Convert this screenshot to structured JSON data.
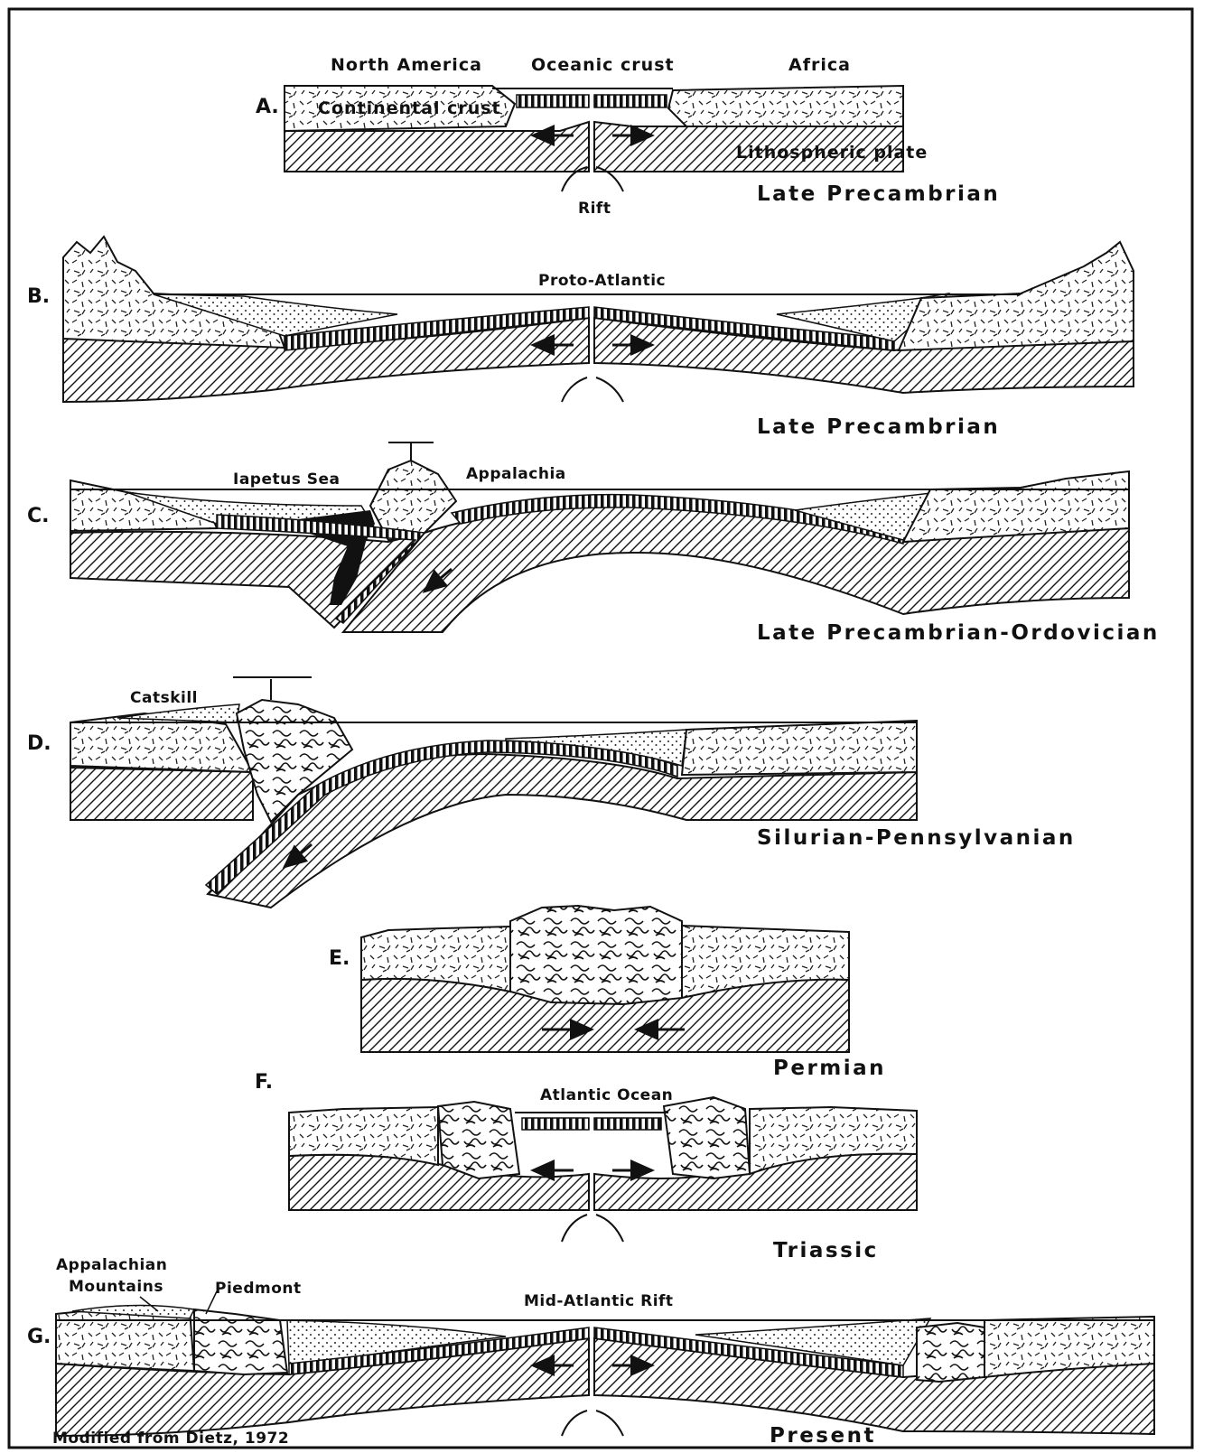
{
  "figure": {
    "source_note": "Modified from Dietz, 1972"
  },
  "panels": {
    "a": {
      "letter": "A.",
      "period": "Late Precambrian",
      "labels": {
        "north_america": "North America",
        "oceanic_crust": "Oceanic crust",
        "africa": "Africa",
        "continental_crust": "Continental crust",
        "lithospheric_plate": "Lithospheric plate",
        "rift": "Rift"
      }
    },
    "b": {
      "letter": "B.",
      "period": "Late Precambrian",
      "labels": {
        "proto_atlantic": "Proto-Atlantic"
      }
    },
    "c": {
      "letter": "C.",
      "period": "Late Precambrian-Ordovician",
      "labels": {
        "iapetus_sea": "Iapetus Sea",
        "appalachia": "Appalachia"
      }
    },
    "d": {
      "letter": "D.",
      "period": "Silurian-Pennsylvanian",
      "labels": {
        "catskill": "Catskill"
      }
    },
    "e": {
      "letter": "E.",
      "period": "Permian"
    },
    "f": {
      "letter": "F.",
      "period": "Triassic",
      "labels": {
        "atlantic_ocean": "Atlantic Ocean"
      }
    },
    "g": {
      "letter": "G.",
      "period": "Present",
      "labels": {
        "appalachian_mountains_1": "Appalachian",
        "appalachian_mountains_2": "Mountains",
        "piedmont": "Piedmont",
        "mid_atlantic_rift": "Mid-Atlantic Rift"
      }
    }
  }
}
